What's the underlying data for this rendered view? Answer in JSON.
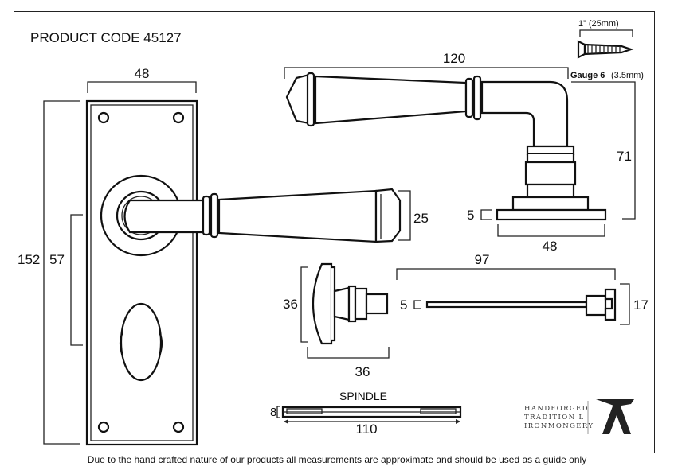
{
  "title": "PRODUCT CODE  45127",
  "screw": {
    "length": "1” (25mm)",
    "gauge_label": "Gauge 6",
    "gauge_mm": "(3.5mm)"
  },
  "dims": {
    "plate_width": "48",
    "plate_height": "152",
    "fixing_centres": "57",
    "lever_length": "120",
    "lever_projection": "71",
    "rose_thickness": "5",
    "rose_width": "48",
    "lever_end": "25",
    "thumbturn_height": "36",
    "thumbturn_width": "36",
    "spindle_length": "97",
    "spindle_thickness": "5",
    "spindle_end": "17",
    "spindle_bar_thickness": "8",
    "spindle_bar_length": "110"
  },
  "spindle_label": "SPINDLE",
  "logo": {
    "line1": "HANDFORGED",
    "line2": "TRADITION L",
    "line3": "IRONMONGERY"
  },
  "footer": "Due to the hand crafted nature of our products all measurements are approximate and should be used as a guide only"
}
